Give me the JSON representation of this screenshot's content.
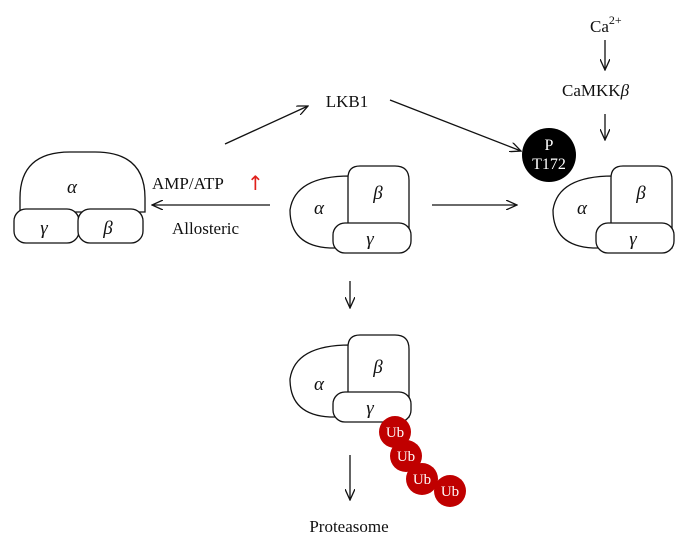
{
  "labels": {
    "lkb1": "LKB1",
    "ca_ion": "Ca",
    "ca_charge": "2+",
    "camkk_prefix": "CaMKK",
    "camkk_suffix": "β",
    "amp_atp": "AMP/ATP",
    "up_arrow": "↑",
    "allosteric": "Allosteric",
    "proteasome": "Proteasome",
    "phospho_p": "P",
    "phospho_site": "T172",
    "ubiquitin": "Ub"
  },
  "subunits": {
    "alpha": "α",
    "beta": "β",
    "gamma": "γ"
  },
  "colors": {
    "ubiquitin": "#c00000",
    "phospho": "#000000",
    "up_arrow": "#e0201b",
    "line": "#111111"
  }
}
